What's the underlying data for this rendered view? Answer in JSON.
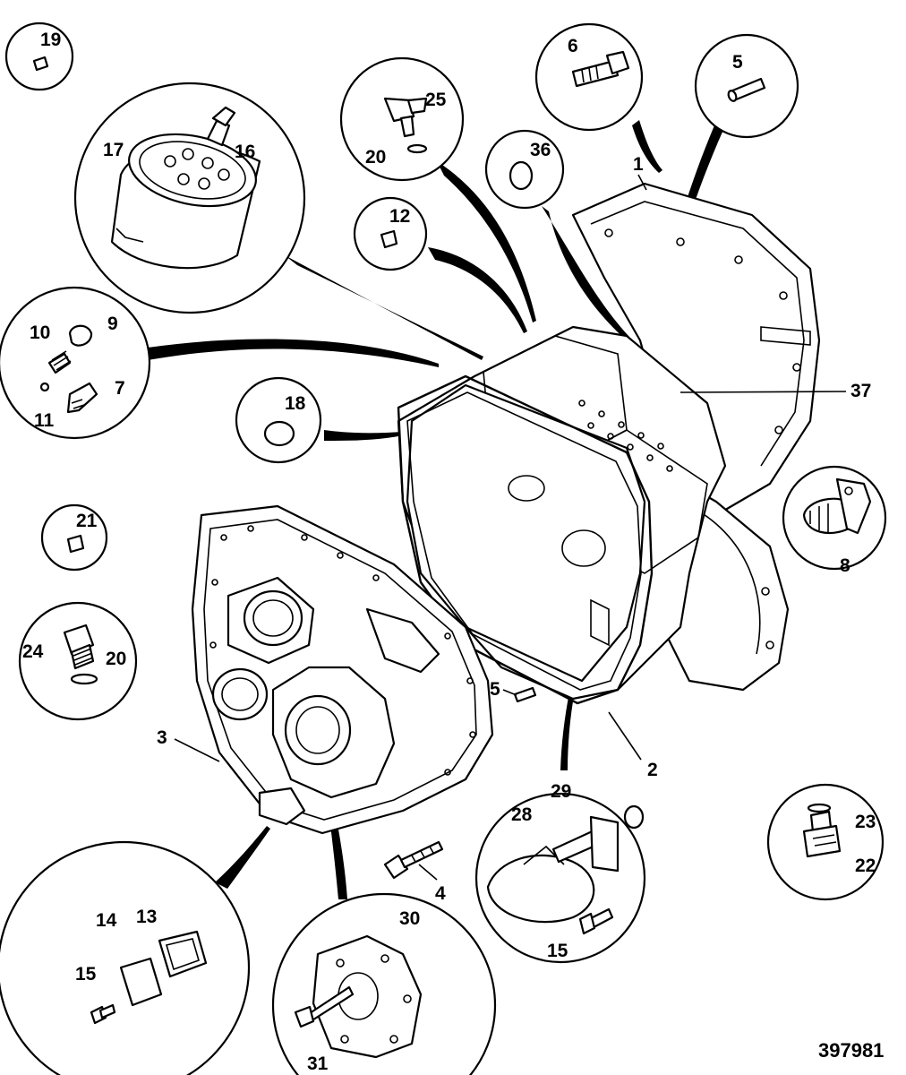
{
  "diagram": {
    "reference_number": "397981",
    "callouts": [
      {
        "id": "c1",
        "text": "1"
      },
      {
        "id": "c2",
        "text": "2"
      },
      {
        "id": "c3",
        "text": "3"
      },
      {
        "id": "c4",
        "text": "4"
      },
      {
        "id": "c5a",
        "text": "5"
      },
      {
        "id": "c5b",
        "text": "5"
      },
      {
        "id": "c6",
        "text": "6"
      },
      {
        "id": "c7",
        "text": "7"
      },
      {
        "id": "c8",
        "text": "8"
      },
      {
        "id": "c9",
        "text": "9"
      },
      {
        "id": "c10",
        "text": "10"
      },
      {
        "id": "c11",
        "text": "11"
      },
      {
        "id": "c12",
        "text": "12"
      },
      {
        "id": "c13",
        "text": "13"
      },
      {
        "id": "c14",
        "text": "14"
      },
      {
        "id": "c15a",
        "text": "15"
      },
      {
        "id": "c15b",
        "text": "15"
      },
      {
        "id": "c16",
        "text": "16"
      },
      {
        "id": "c17",
        "text": "17"
      },
      {
        "id": "c18",
        "text": "18"
      },
      {
        "id": "c19",
        "text": "19"
      },
      {
        "id": "c20a",
        "text": "20"
      },
      {
        "id": "c20b",
        "text": "20"
      },
      {
        "id": "c21",
        "text": "21"
      },
      {
        "id": "c22",
        "text": "22"
      },
      {
        "id": "c23",
        "text": "23"
      },
      {
        "id": "c24",
        "text": "24"
      },
      {
        "id": "c25",
        "text": "25"
      },
      {
        "id": "c28",
        "text": "28"
      },
      {
        "id": "c29",
        "text": "29"
      },
      {
        "id": "c30",
        "text": "30"
      },
      {
        "id": "c31",
        "text": "31"
      },
      {
        "id": "c36",
        "text": "36"
      },
      {
        "id": "c37",
        "text": "37"
      }
    ]
  }
}
